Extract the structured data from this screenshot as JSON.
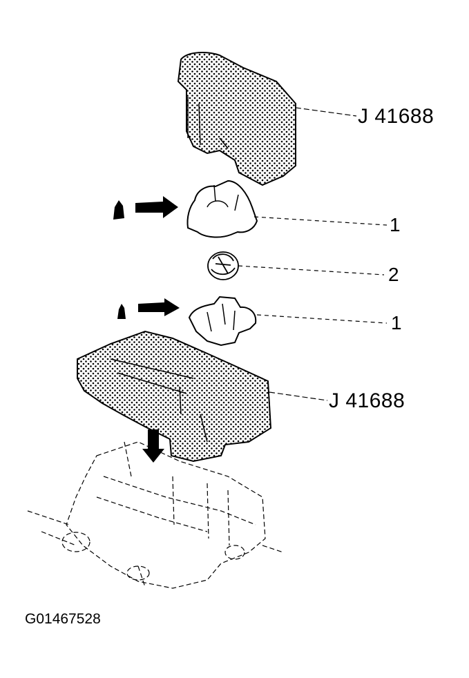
{
  "callouts": {
    "tool_top": "J 41688",
    "part_1_upper": "1",
    "part_2": "2",
    "part_1_lower": "1",
    "tool_bottom": "J 41688"
  },
  "figure_id": "G01467528"
}
